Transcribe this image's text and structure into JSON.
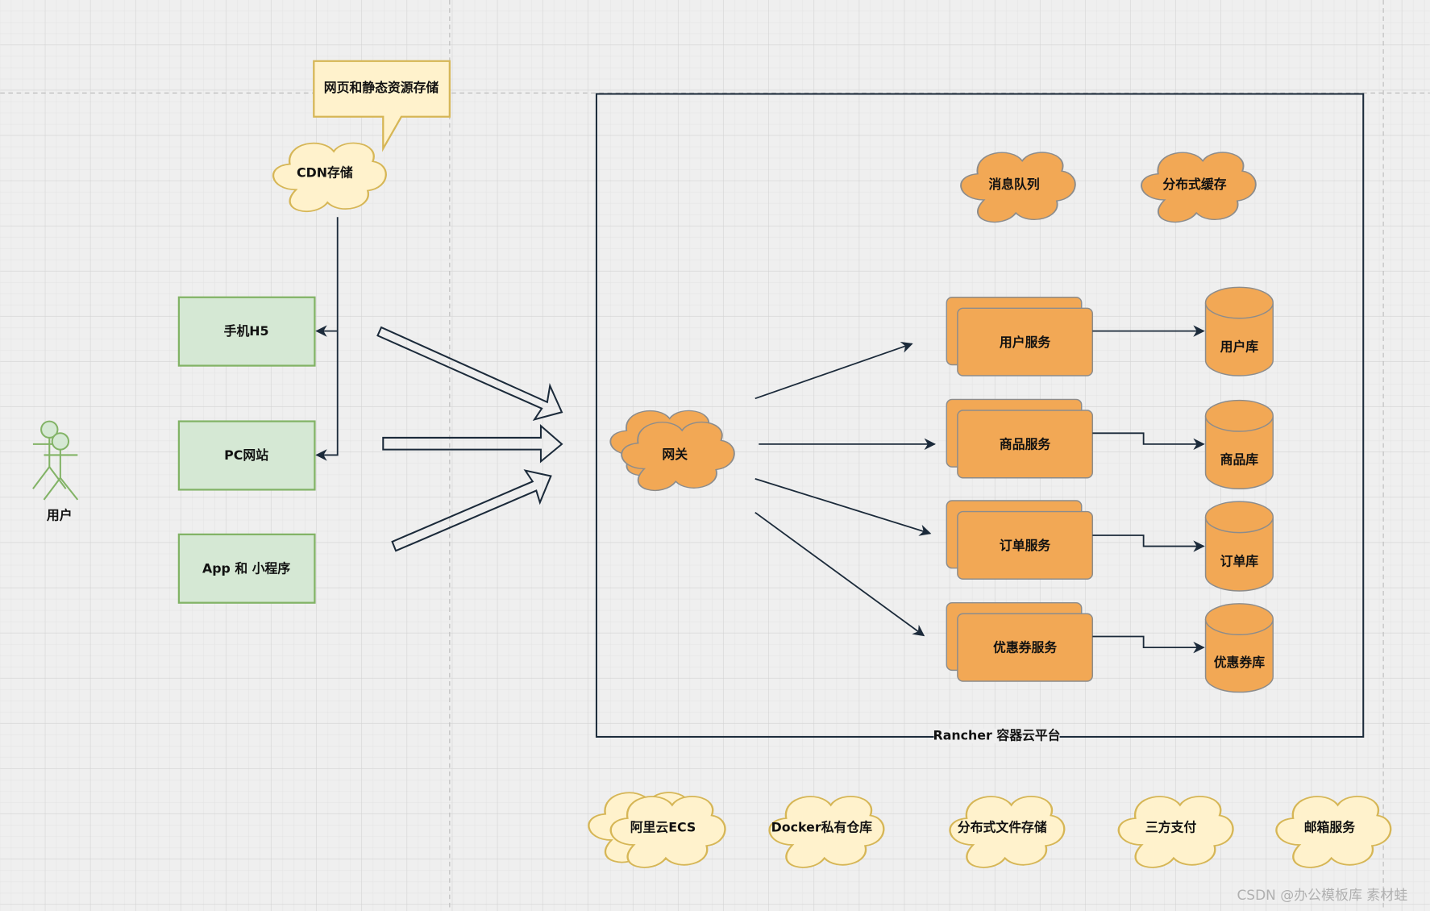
{
  "callout": {
    "label": "网页和静态资源存储"
  },
  "cdn": {
    "label": "CDN存储"
  },
  "clients": [
    {
      "label": "手机H5"
    },
    {
      "label": "PC网站"
    },
    {
      "label": "App 和 小程序"
    }
  ],
  "user": {
    "label": "用户"
  },
  "platform": {
    "label": "Rancher 容器云平台"
  },
  "gateway": {
    "label": "网关"
  },
  "middleware": [
    {
      "label": "消息队列"
    },
    {
      "label": "分布式缓存"
    }
  ],
  "services": [
    {
      "label": "用户服务",
      "db": "用户库"
    },
    {
      "label": "商品服务",
      "db": "商品库"
    },
    {
      "label": "订单服务",
      "db": "订单库"
    },
    {
      "label": "优惠券服务",
      "db": "优惠券库"
    }
  ],
  "infrastructure": [
    {
      "label": "阿里云ECS"
    },
    {
      "label": "Docker私有仓库"
    },
    {
      "label": "分布式文件存储"
    },
    {
      "label": "三方支付"
    },
    {
      "label": "邮箱服务"
    }
  ],
  "watermark": "CSDN @办公模板库 素材蛙",
  "colors": {
    "yellow_fill": "#fff2cc",
    "yellow_stroke": "#d6b656",
    "green_fill": "#d5e8d4",
    "green_stroke": "#82b366",
    "orange": "#f2a855",
    "edge": "#1b2a3a"
  }
}
